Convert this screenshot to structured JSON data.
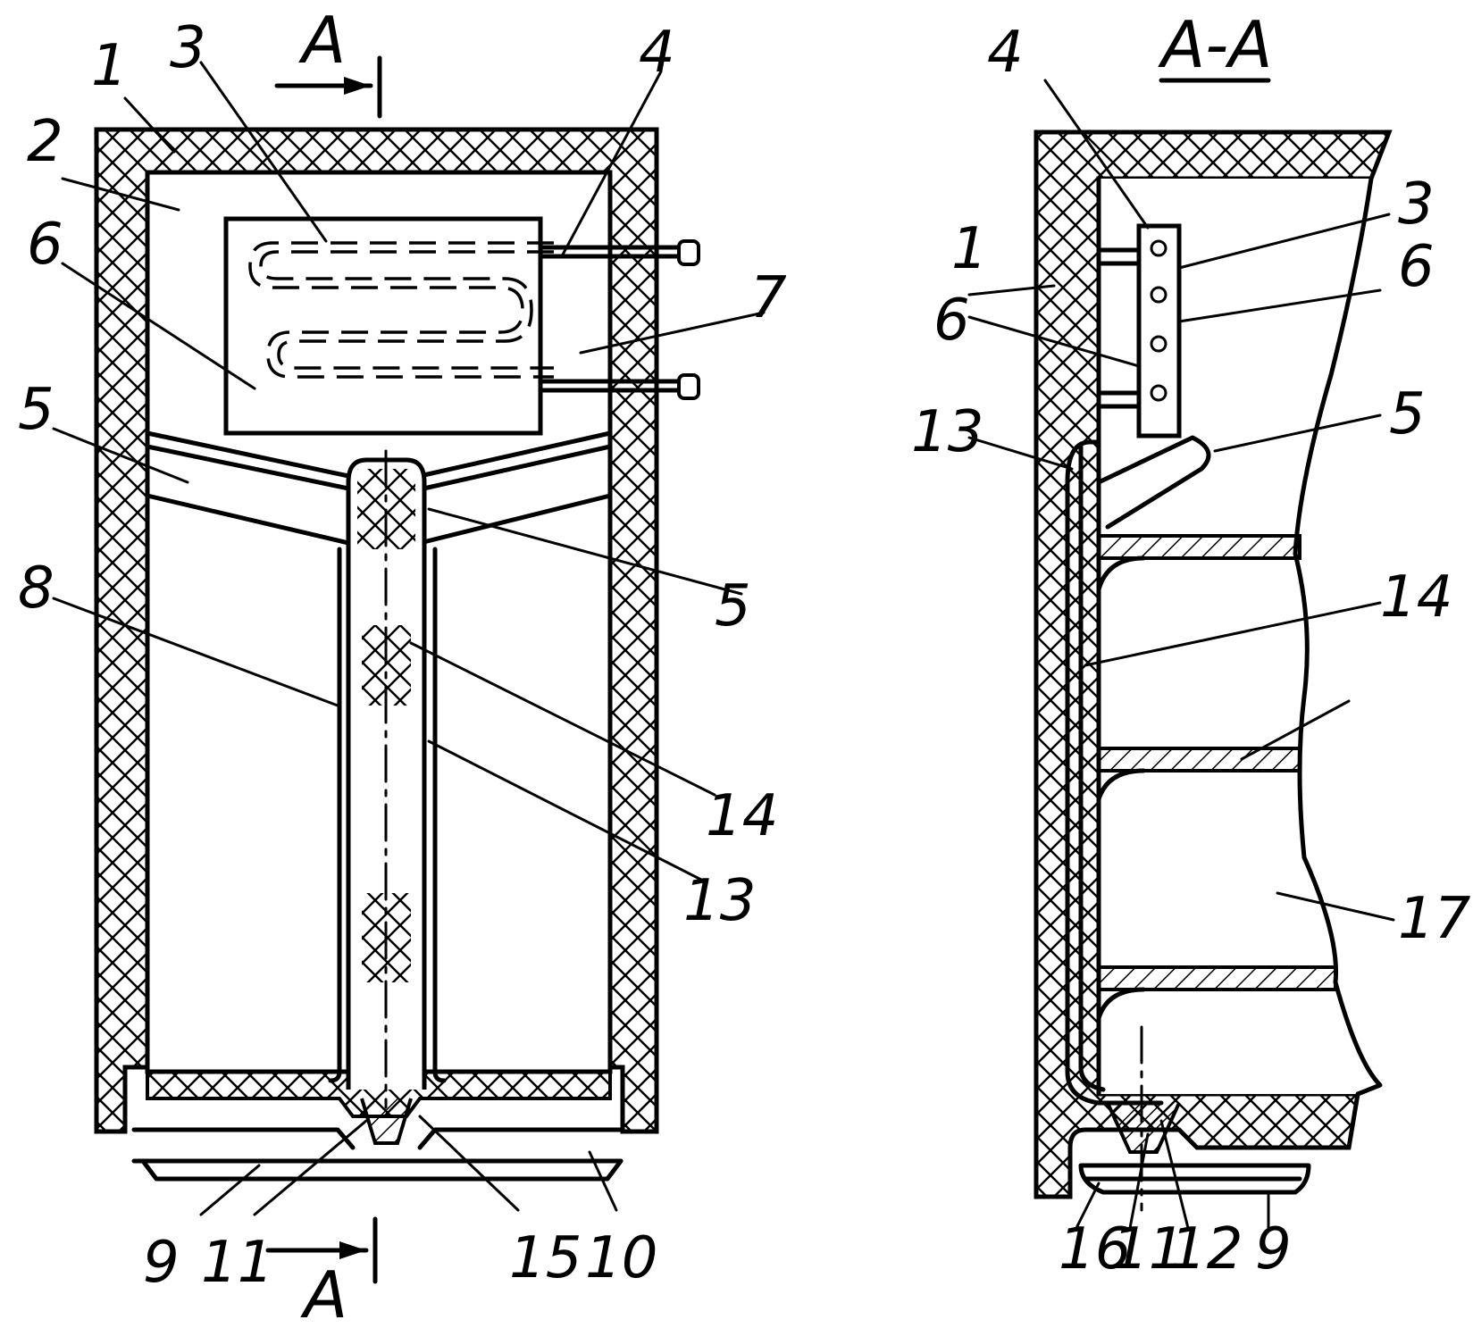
{
  "views": {
    "front": {
      "section_marks": {
        "top": "A",
        "bottom": "A"
      },
      "labels": {
        "l1": "1",
        "l2": "2",
        "l3": "3",
        "l4": "4",
        "l5a": "5",
        "l5b": "5",
        "l6": "6",
        "l7": "7",
        "l8": "8",
        "l9": "9",
        "l10": "10",
        "l11": "11",
        "l13": "13",
        "l14": "14",
        "l15": "15"
      }
    },
    "section": {
      "title": "A-A",
      "labels": {
        "l1": "1",
        "l3": "3",
        "l4": "4",
        "l5": "5",
        "l6a": "6",
        "l6b": "6",
        "l9": "9",
        "l11": "11",
        "l12": "12",
        "l13": "13",
        "l14": "14",
        "l16": "16",
        "l17": "17"
      }
    }
  },
  "colors": {
    "ink": "#000000",
    "paper": "#ffffff"
  }
}
